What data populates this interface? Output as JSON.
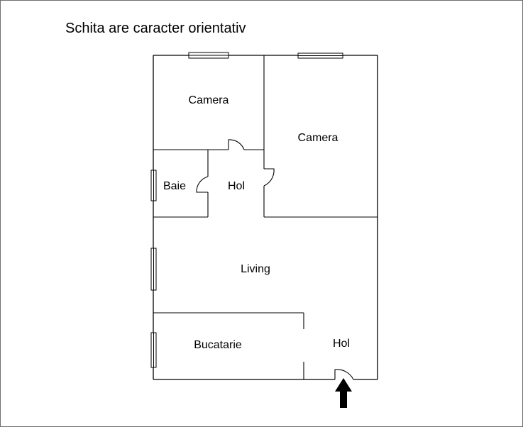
{
  "note": "Schita are caracter orientativ",
  "rooms": [
    {
      "id": "camera-1",
      "label": "Camera"
    },
    {
      "id": "camera-2",
      "label": "Camera"
    },
    {
      "id": "baie",
      "label": "Baie"
    },
    {
      "id": "hol-1",
      "label": "Hol"
    },
    {
      "id": "living",
      "label": "Living"
    },
    {
      "id": "bucatarie",
      "label": "Bucatarie"
    },
    {
      "id": "hol-2",
      "label": "Hol"
    }
  ],
  "colors": {
    "wall": "#000000",
    "arrow": "#000000",
    "frame": "#6e6e6e"
  }
}
